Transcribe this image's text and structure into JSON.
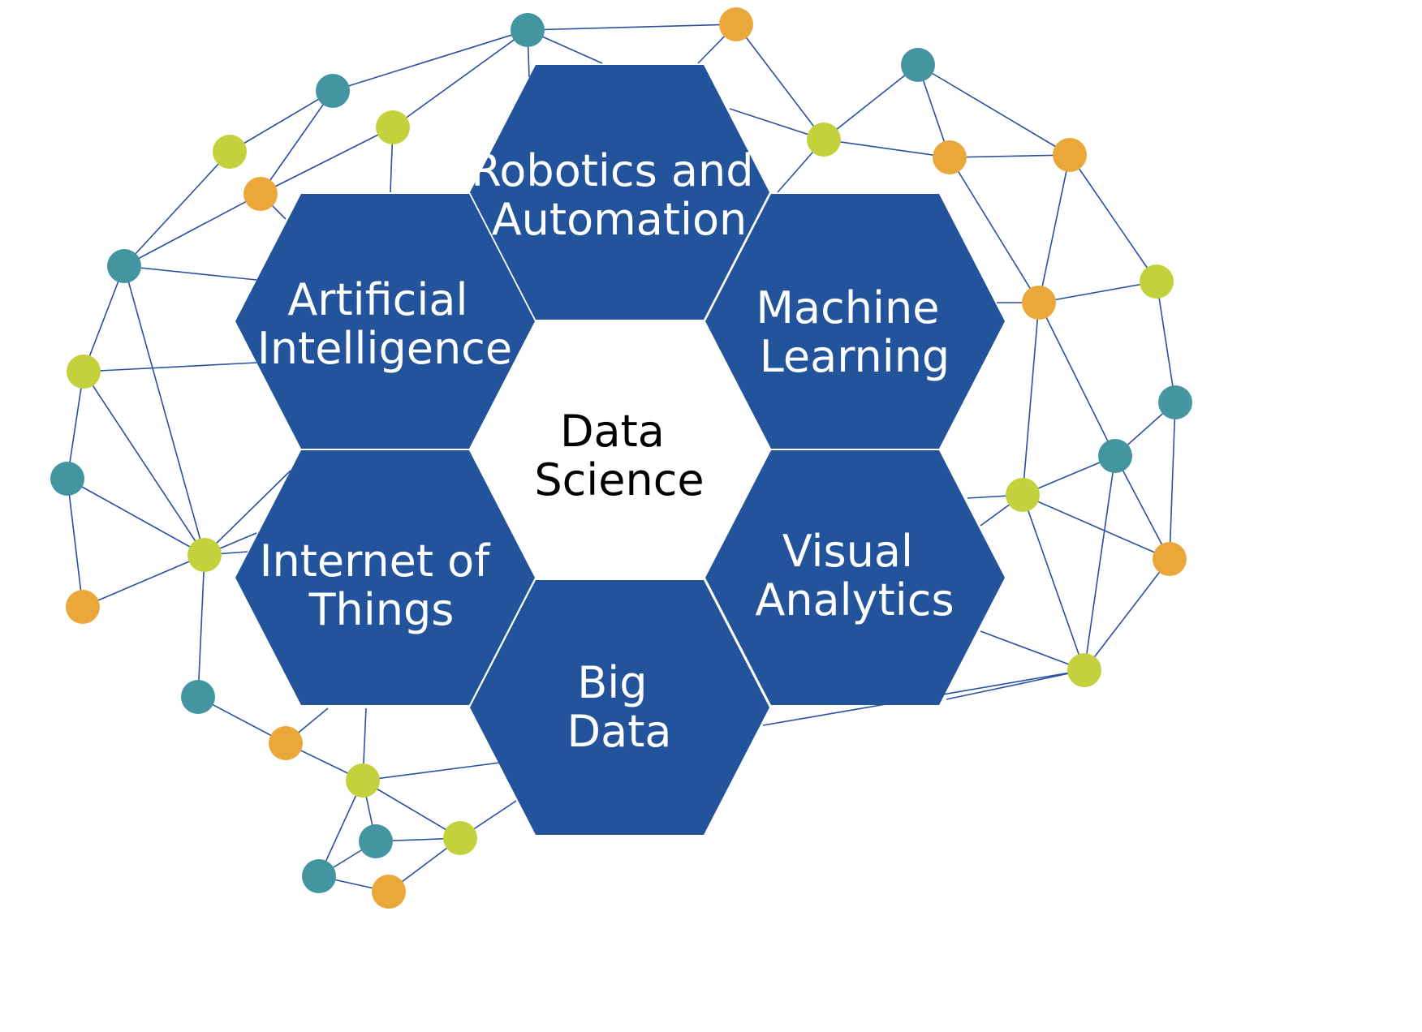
{
  "colors": {
    "hexagon": "#23539b",
    "edge": "#2b4fa0",
    "node_teal": "#43969f",
    "node_lime": "#c3d23c",
    "node_orange": "#eba83a",
    "hexagon_text": "#ffffff",
    "center_text": "#000000"
  },
  "center": {
    "line1": "Data",
    "line2": "Science"
  },
  "hexagons": [
    {
      "id": "robotics-and-automation",
      "line1": "Robotics and",
      "line2": "Automation"
    },
    {
      "id": "machine-learning",
      "line1": "Machine",
      "line2": "Learning"
    },
    {
      "id": "visual-analytics",
      "line1": "Visual",
      "line2": "Analytics"
    },
    {
      "id": "big-data",
      "line1": "Big",
      "line2": "Data"
    },
    {
      "id": "internet-of-things",
      "line1": "Internet of",
      "line2": "Things"
    },
    {
      "id": "artificial-intelligence",
      "line1": "Artificial",
      "line2": "Intelligence"
    }
  ],
  "network": {
    "shape": "brain-outline",
    "node_color_cycle": [
      "teal",
      "lime",
      "orange"
    ]
  }
}
